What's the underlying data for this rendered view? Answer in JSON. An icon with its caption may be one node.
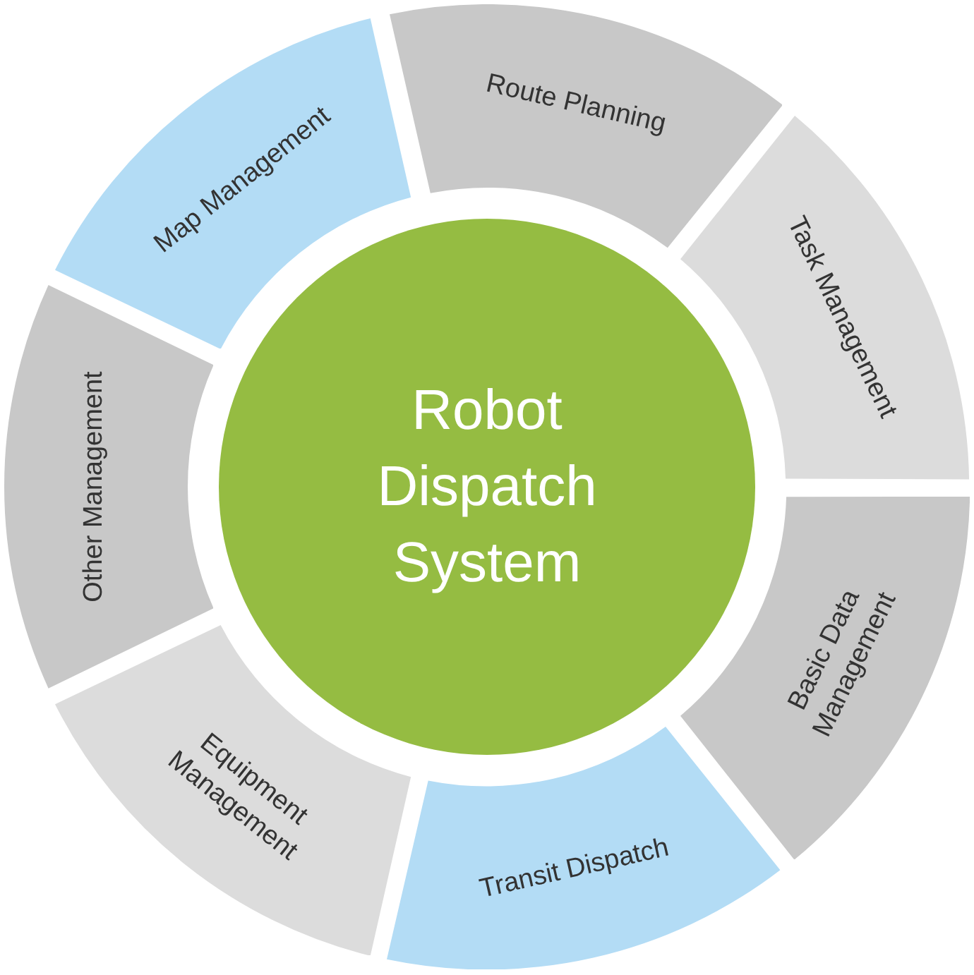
{
  "diagram": {
    "nodes": [
      {
        "text": [
          "Robot Dispatch System"
        ]
      },
      {
        "text": [
          "Route Planning"
        ]
      },
      {
        "text": [
          "Task Management"
        ]
      },
      {
        "text": [
          "Basic Data Management"
        ]
      },
      {
        "text": [
          "Transit Dispatch"
        ]
      },
      {
        "text": [
          "Equipment Management"
        ]
      },
      {
        "text": [
          "Other Management"
        ]
      },
      {
        "text": [
          "Map Management"
        ]
      }
    ]
  }
}
